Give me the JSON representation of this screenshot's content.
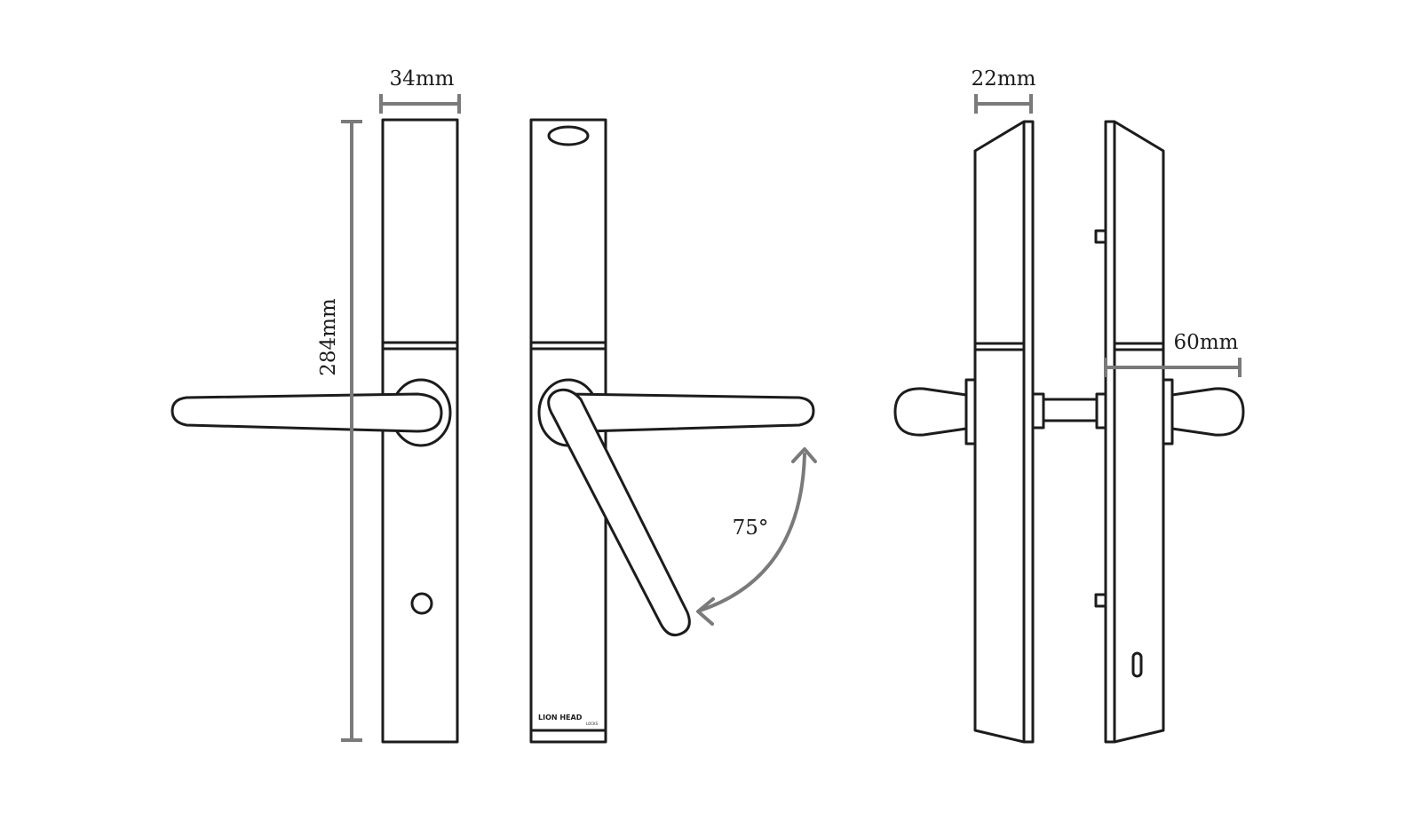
{
  "dimensions": {
    "width_front": "34mm",
    "height": "284mm",
    "rotation_angle": "75°",
    "depth_side": "22mm",
    "projection": "60mm"
  },
  "brand": {
    "logo_text": "LION HEAD",
    "logo_subtext": "LOCKS"
  },
  "colors": {
    "line": "#1c1c1c",
    "dimension": "#7a7a7a",
    "background": "#ffffff"
  }
}
